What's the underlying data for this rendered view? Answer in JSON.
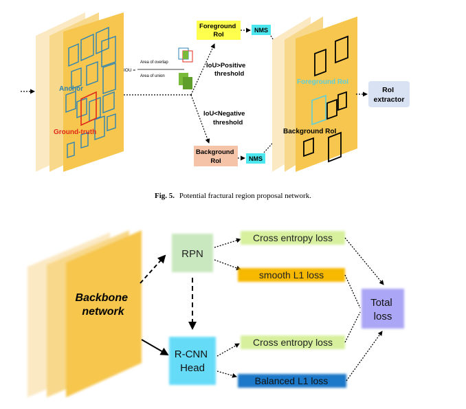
{
  "figure5": {
    "anchor_label": "Anchor",
    "gt_label": "Ground-truth",
    "iou_label": "IOU =",
    "area_overlap": "Area of overlap",
    "area_union": "Area of union",
    "foreground_box": [
      "Foreground",
      "RoI"
    ],
    "background_box": [
      "Background",
      "RoI"
    ],
    "nms_top": "NMS",
    "nms_bottom": "NMS",
    "pos_threshold": [
      "IoU>Positive",
      "threshold"
    ],
    "neg_threshold": [
      "IoU<Negative",
      "threshold"
    ],
    "fg_roi_label": "Foreground RoI",
    "bg_roi_label": "Background RoI",
    "roi_extractor": [
      "RoI",
      "extractor"
    ],
    "caption_bold": "Fig. 5.",
    "caption_text": "Potential fractural region proposal network."
  },
  "figure6": {
    "backbone": [
      "Backbone",
      "network"
    ],
    "rpn": "RPN",
    "rcnn": [
      "R-CNN",
      "Head"
    ],
    "cross_entropy_top": "Cross entropy loss",
    "smooth_l1": "smooth L1 loss",
    "cross_entropy_bottom": "Cross entropy loss",
    "balanced_l1": "Balanced L1 loss",
    "total_loss": [
      "Total",
      "loss"
    ]
  },
  "colors": {
    "layer_light": "#fbe9c4",
    "layer_mid": "#f8d88a",
    "layer_main": "#f6c64e",
    "anchor_blue": "#2b83b5",
    "gt_red": "#e0281a",
    "fg_box": "#ffff4d",
    "bg_box": "#f5c3a8",
    "nms_box": "#4de8ef",
    "roi_extractor": "#d8e2f3",
    "fg_roi_cyan": "#5fcfd8",
    "rpn_green": "#c9e8bf",
    "rcnn_cyan": "#66dbf8",
    "ce_green": "#d7f09d",
    "smooth_orange": "#f6b800",
    "balanced_blue": "#1c78c8",
    "total_purple": "#aba6f5"
  }
}
